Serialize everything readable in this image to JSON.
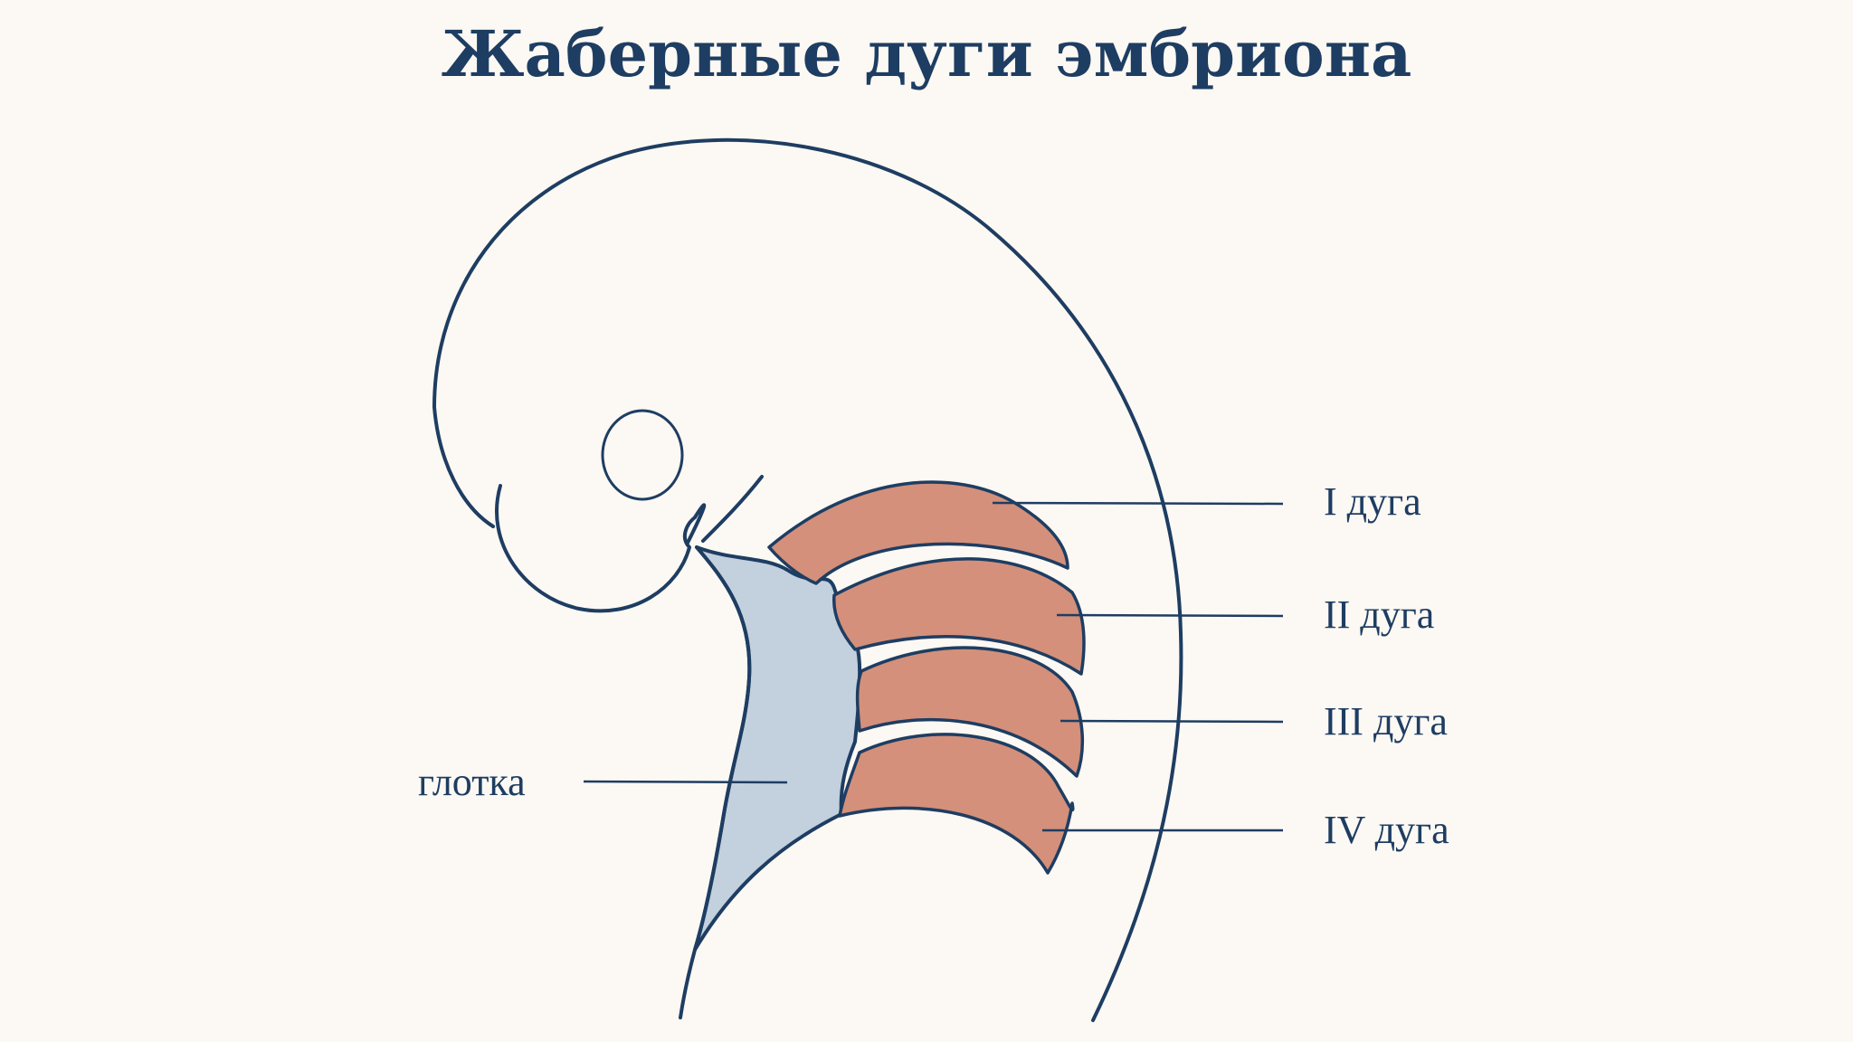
{
  "title": "Жаберные дуги эмбриона",
  "labels": {
    "arch_1": "I дуга",
    "arch_2": "II дуга",
    "arch_3": "III дуга",
    "arch_4": "IV дуга",
    "pharynx": "глотка"
  },
  "colors": {
    "background": "#fcf8f3",
    "outline": "#1e3d62",
    "arch_fill": "#d4907a",
    "pharynx_fill": "#c3d0dd",
    "text": "#1e3d62"
  }
}
